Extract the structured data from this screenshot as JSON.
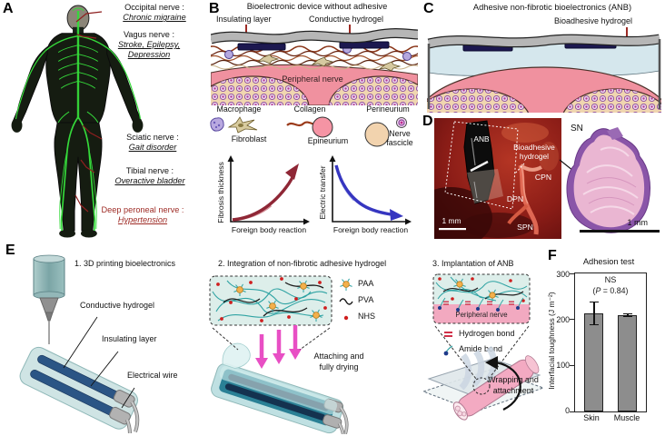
{
  "colors": {
    "accent_red": "#9e2b25",
    "electrode_navy": "#1c1850",
    "nerve_pink": "#f0919f",
    "fascicle_tan": "#f0d6b0",
    "adhesive_blue": "#d5e7ed",
    "device_teal": "#cfe4e4",
    "bar_gray": "#8d8d8d",
    "arrow_magenta": "#e84fc4",
    "fibrosis_red": "#8f2736",
    "electric_blue": "#3636c0",
    "body_nerve_green": "#35d93a"
  },
  "panels": {
    "a": {
      "letter": "A",
      "nerves": [
        {
          "name": "Occipital nerve :",
          "condition": "Chronic migraine"
        },
        {
          "name": "Vagus nerve :",
          "condition": "Stroke, Epilepsy, Depression"
        },
        {
          "name": "Sciatic nerve :",
          "condition": "Gait disorder"
        },
        {
          "name": "Tibial nerve :",
          "condition": "Overactive bladder"
        },
        {
          "name": "Deep peroneal nerve :",
          "condition": "Hypertension"
        }
      ]
    },
    "b": {
      "letter": "B",
      "title": "Bioelectronic device without adhesive",
      "insulating": "Insulating layer",
      "conductive": "Conductive hydrogel",
      "peripheral": "Peripheral nerve",
      "legend": [
        "Macrophage",
        "Fibroblast",
        "Collagen",
        "Epineurium",
        "Perineurium",
        "Nerve fascicle"
      ]
    },
    "c": {
      "letter": "C",
      "title": "Adhesive non-fibrotic bioelectronics (ANB)",
      "bioadhesive": "Bioadhesive hydrogel"
    },
    "d": {
      "letter": "D",
      "anb": "ANB",
      "bio1": "Bioadhesive",
      "bio2": "hydrogel",
      "cpn": "CPN",
      "dpn": "DPN",
      "spn": "SPN",
      "scale_left": "1 mm",
      "sn": "SN",
      "scale_right": "1 mm"
    },
    "e": {
      "letter": "E",
      "steps": [
        "1. 3D printing bioelectronics",
        "2. Integration of non-fibrotic adhesive hydrogel",
        "3. Implantation of ANB"
      ],
      "device_labels": [
        "Conductive hydrogel",
        "Insulating layer",
        "Electrical wire"
      ],
      "polymers": [
        "PAA",
        "PVA",
        "NHS"
      ],
      "attach1": "Attaching and",
      "attach2": "fully drying",
      "nerve": "Peripheral nerve",
      "bonds": [
        "Hydrogen bond",
        "Amide bond"
      ],
      "wrap1": "Wrapping and",
      "wrap2": "attachment"
    },
    "f": {
      "letter": "F"
    }
  },
  "chart_data": [
    {
      "id": "adhesion",
      "type": "bar",
      "title": "Adhesion test",
      "categories": [
        "Skin",
        "Muscle"
      ],
      "values": [
        213,
        210
      ],
      "errors": [
        26,
        4
      ],
      "ylabel": "Interfacial toughness (J m⁻²)",
      "ylim": [
        0,
        300
      ],
      "yticks": [
        0,
        100,
        200,
        300
      ],
      "grid": false,
      "bar_color": "#8d8d8d",
      "significance": {
        "label": "NS",
        "p_open": "(",
        "p": "P",
        "p_rest": " = 0.84)"
      }
    },
    {
      "id": "fibrosis",
      "type": "line",
      "title": "",
      "xlabel": "Foreign body reaction",
      "ylabel": "Fibrosis thickness",
      "x": [
        0,
        0.2,
        0.4,
        0.6,
        0.8,
        1
      ],
      "y": [
        0.03,
        0.07,
        0.15,
        0.3,
        0.55,
        0.92
      ],
      "trend": "increasing",
      "color": "#8f2736"
    },
    {
      "id": "electric",
      "type": "line",
      "title": "",
      "xlabel": "Foreign body reaction",
      "ylabel": "Electric transfer",
      "x": [
        0,
        0.2,
        0.4,
        0.6,
        0.8,
        1
      ],
      "y": [
        0.95,
        0.55,
        0.32,
        0.2,
        0.13,
        0.1
      ],
      "trend": "decreasing",
      "color": "#3636c0"
    }
  ]
}
